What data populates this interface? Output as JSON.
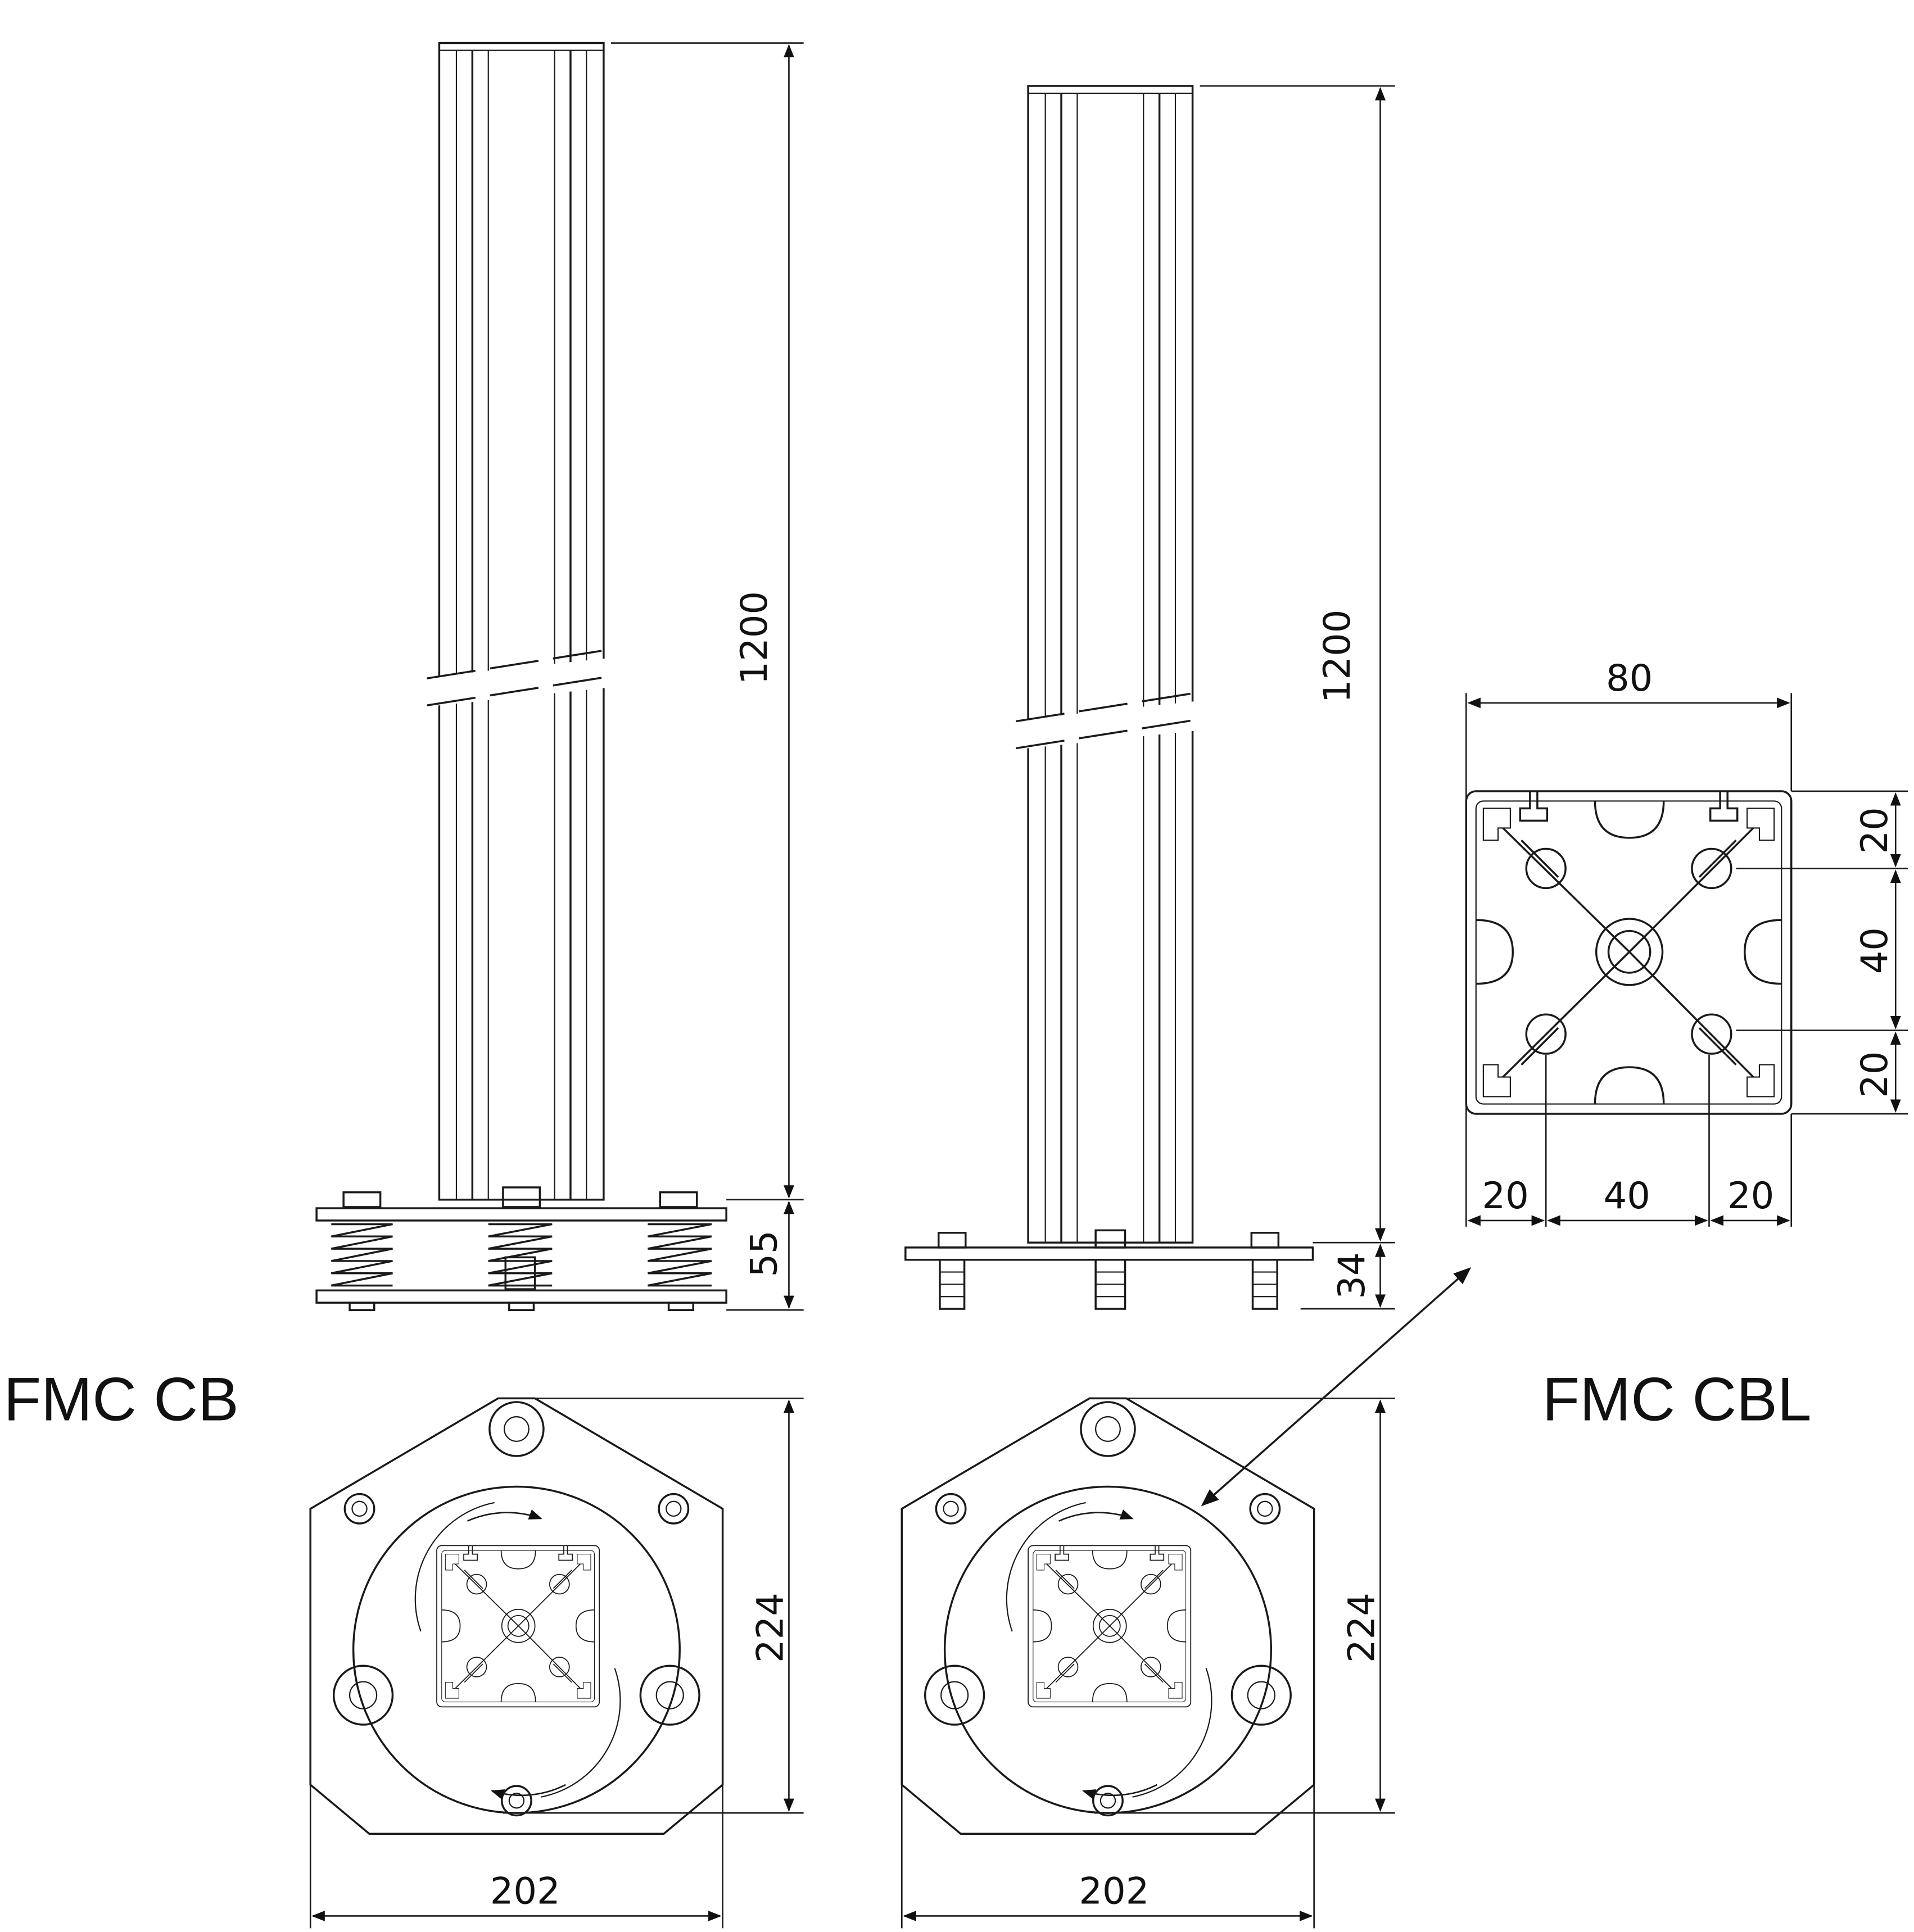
{
  "labels": {
    "left_model": "FMC CB",
    "right_model": "FMC CBL"
  },
  "dimensions": {
    "left_column_height": "1200",
    "left_base_height": "55",
    "right_column_height": "1200",
    "right_base_height": "34",
    "profile_width": "80",
    "profile_right_top": "20",
    "profile_right_mid": "40",
    "profile_right_bottom": "20",
    "profile_bottom_left": "20",
    "profile_bottom_mid": "40",
    "profile_bottom_right": "20",
    "left_plate_height": "224",
    "left_plate_width": "202",
    "right_plate_height": "224",
    "right_plate_width": "202"
  }
}
